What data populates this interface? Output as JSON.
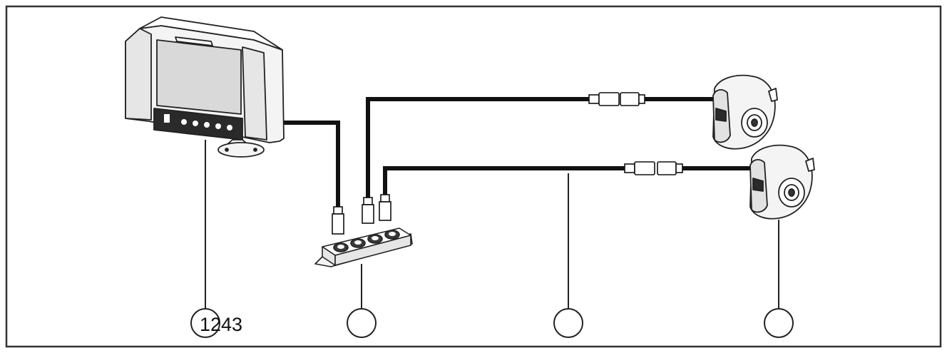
{
  "diagram": {
    "callout_label": "1243",
    "components": [
      {
        "id": "monitor",
        "icon": "monitor-icon"
      },
      {
        "id": "junction-box",
        "icon": "junction-box-icon"
      },
      {
        "id": "cable",
        "icon": "cable-icon"
      },
      {
        "id": "camera",
        "icon": "camera-icon"
      }
    ]
  },
  "colors": {
    "line": "#111111",
    "frame": "#333333",
    "screen": "#d9d9d9",
    "body": "#f4f4f4"
  }
}
